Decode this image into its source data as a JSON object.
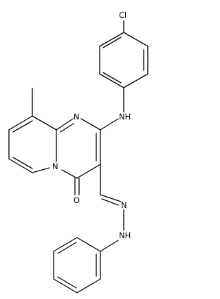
{
  "atom_labels": {
    "cl": "Cl",
    "nh_amine": "NH",
    "n_ring": "N",
    "n_bridge": "N",
    "o_carbonyl": "O",
    "n_hydrazone": "N",
    "nh_hydrazone": "NH"
  }
}
